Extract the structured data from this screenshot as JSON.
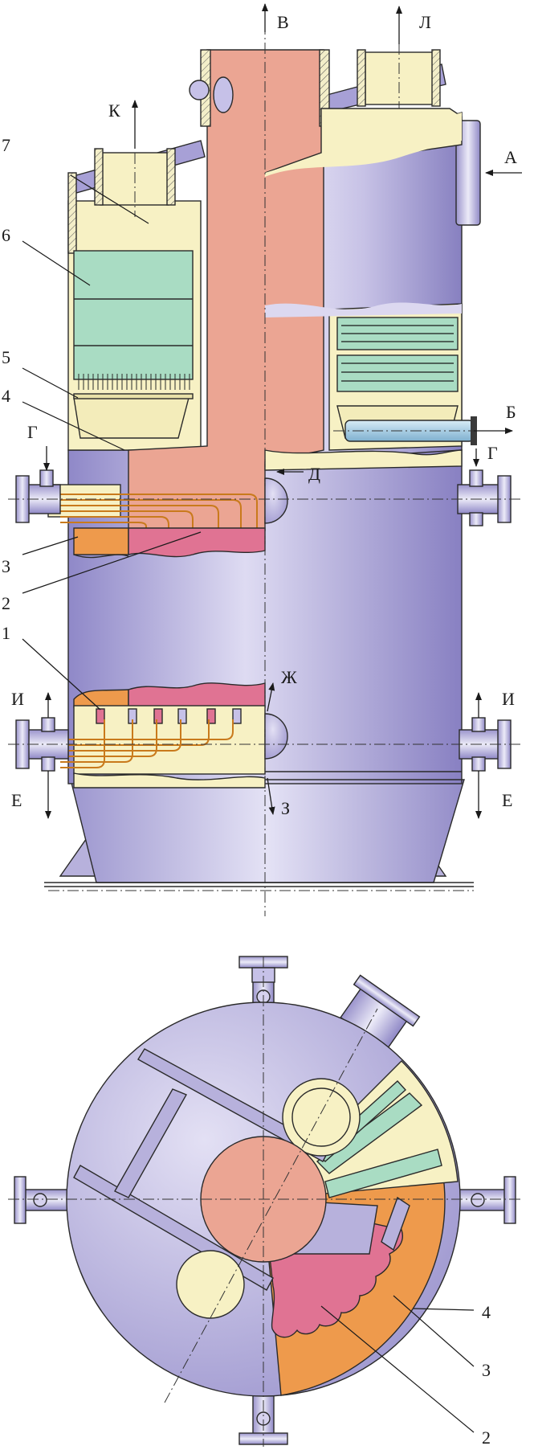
{
  "colors": {
    "shell": "#b7b1dc",
    "shell_dark": "#8d86c4",
    "duct": "#eba593",
    "cream": "#f7f1c4",
    "mint": "#a9dcc3",
    "pink": "#e07393",
    "orange": "#ee9a4c",
    "blue": "#a9cde3",
    "outline": "#2a2a2a"
  },
  "elevation": {
    "flows": {
      "A": "А",
      "B": "Б",
      "V": "В",
      "G_left": "Г",
      "G_right": "Г",
      "D": "Д",
      "E_left": "Е",
      "E_right": "Е",
      "Zh": "Ж",
      "Z": "З",
      "I_left": "И",
      "I_right": "И",
      "K": "К",
      "L": "Л"
    },
    "parts": {
      "p1": "1",
      "p2": "2",
      "p3": "3",
      "p4": "4",
      "p5": "5",
      "p6": "6",
      "p7": "7"
    }
  },
  "plan": {
    "parts": {
      "p2": "2",
      "p3": "3",
      "p4": "4"
    }
  }
}
